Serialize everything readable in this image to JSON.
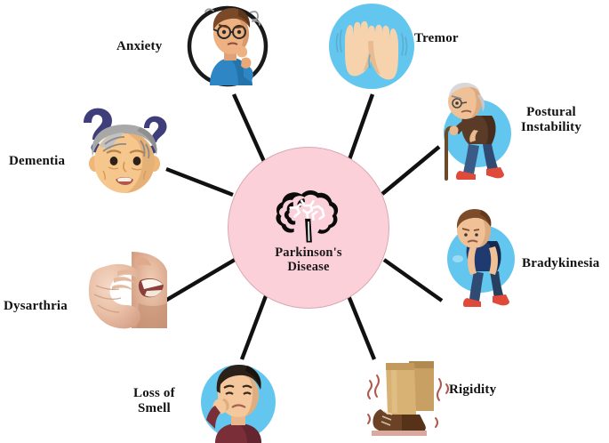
{
  "diagram": {
    "title": "Parkinson's Disease symptom radial diagram",
    "center": {
      "label_line1": "Parkinson's",
      "label_line2": "Disease",
      "fill_color": "#fbd0d8",
      "icon": "brain-icon"
    },
    "background_color": "#ffffff",
    "spoke_color": "#111111",
    "symptoms": [
      {
        "id": "anxiety",
        "label": "Anxiety",
        "icon": "anxious-man-icon",
        "icon_style": "black-ring-portrait",
        "position": "top-left"
      },
      {
        "id": "tremor",
        "label": "Tremor",
        "icon": "shaking-hands-icon",
        "icon_style": "blue-circle",
        "position": "top-right"
      },
      {
        "id": "postural-instability",
        "label": "Postural\nInstability",
        "icon": "stooped-man-with-cane-icon",
        "icon_style": "blue-circle",
        "position": "right-upper"
      },
      {
        "id": "bradykinesia",
        "label": "Bradykinesia",
        "icon": "slow-hunched-man-icon",
        "icon_style": "blue-circle",
        "position": "right-lower"
      },
      {
        "id": "rigidity",
        "label": "Rigidity",
        "icon": "stiff-boots-icon",
        "icon_style": "plain",
        "position": "bottom-right"
      },
      {
        "id": "loss-of-smell",
        "label": "Loss of\nSmell",
        "icon": "pinching-nose-boy-icon",
        "icon_style": "blue-circle",
        "position": "bottom-left"
      },
      {
        "id": "dysarthria",
        "label": "Dysarthria",
        "icon": "hand-at-mouth-speaking-icon",
        "icon_style": "photo",
        "position": "left-lower"
      },
      {
        "id": "dementia",
        "label": "Dementia",
        "icon": "confused-elderly-face-icon",
        "icon_style": "question-marks",
        "position": "left-upper"
      }
    ],
    "colors": {
      "hub_pink": "#fbd0d8",
      "icon_blue": "#63c6ef",
      "question_mark_purple": "#3f3d7a",
      "boot_tan": "#c9a063",
      "line_black": "#111111"
    }
  }
}
